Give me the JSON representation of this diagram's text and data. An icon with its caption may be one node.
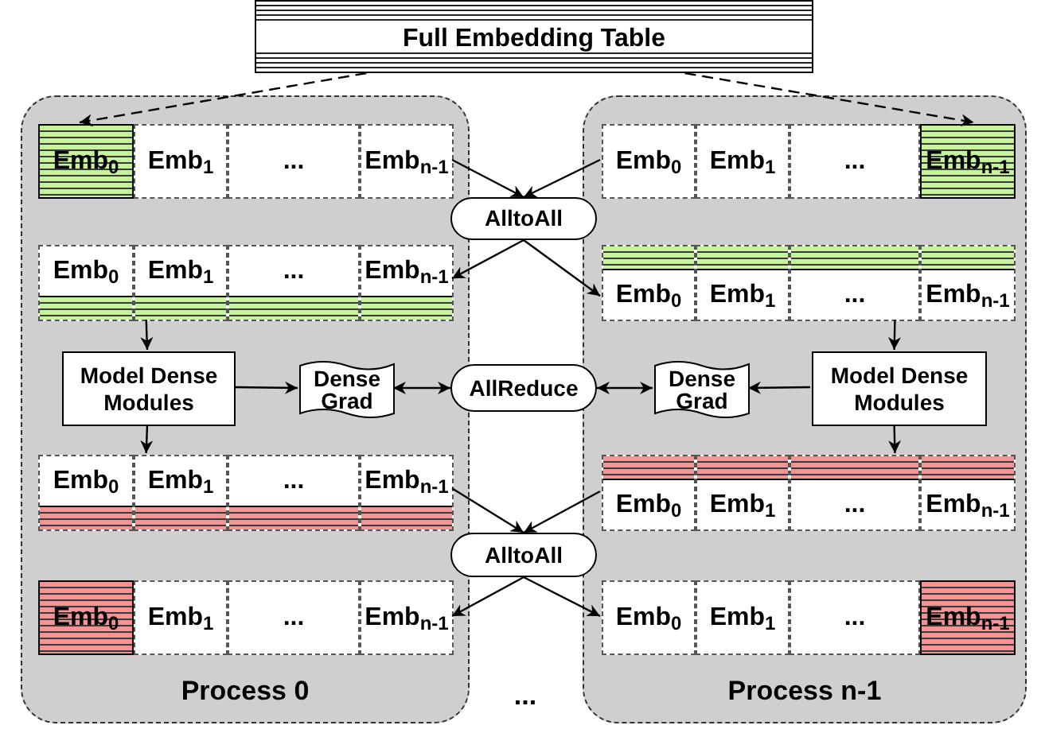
{
  "diagram": {
    "nodes": [
      {
        "text": [
          "Full Embedding Table"
        ]
      },
      {
        "text": [
          "Process 0"
        ]
      },
      {
        "text": [
          "Emb$_{0}$"
        ],
        "in": 1
      },
      {
        "text": [
          "Emb$_{1}$"
        ],
        "in": 1
      },
      {
        "text": [
          "..."
        ],
        "in": 1
      },
      {
        "text": [
          "Emb$_{n-1}$"
        ],
        "in": 1
      },
      {
        "text": [
          "Emb$_{0}$"
        ],
        "in": 1
      },
      {
        "text": [
          "Emb$_{1}$"
        ],
        "in": 1
      },
      {
        "text": [
          "..."
        ],
        "in": 1
      },
      {
        "text": [
          "Emb$_{n-1}$"
        ],
        "in": 1
      },
      {
        "text": [
          "Model Dense Modules"
        ],
        "in": 1
      },
      {
        "text": [
          "Dense Grad"
        ],
        "in": 1
      },
      {
        "text": [
          "Emb$_{0}$"
        ],
        "in": 1
      },
      {
        "text": [
          "Emb$_{1}$"
        ],
        "in": 1
      },
      {
        "text": [
          "..."
        ],
        "in": 1
      },
      {
        "text": [
          "Emb$_{n-1}$"
        ],
        "in": 1
      },
      {
        "text": [
          "Emb$_{0}$"
        ],
        "in": 1
      },
      {
        "text": [
          "Emb$_{1}$"
        ],
        "in": 1
      },
      {
        "text": [
          "..."
        ],
        "in": 1
      },
      {
        "text": [
          "Emb$_{n-1}$"
        ],
        "in": 1
      },
      {
        "text": [
          "Process n-1"
        ]
      },
      {
        "text": [
          "Emb$_{0}$"
        ],
        "in": 20
      },
      {
        "text": [
          "Emb$_{1}$"
        ],
        "in": 20
      },
      {
        "text": [
          "..."
        ],
        "in": 20
      },
      {
        "text": [
          "Emb$_{n-1}$"
        ],
        "in": 20
      },
      {
        "text": [
          "Emb$_{0}$"
        ],
        "in": 20
      },
      {
        "text": [
          "Emb$_{1}$"
        ],
        "in": 20
      },
      {
        "text": [
          "..."
        ],
        "in": 20
      },
      {
        "text": [
          "Emb$_{n-1}$"
        ],
        "in": 20
      },
      {
        "text": [
          "Dense Grad"
        ],
        "in": 20
      },
      {
        "text": [
          "Model Dense Modules"
        ],
        "in": 20
      },
      {
        "text": [
          "Emb$_{0}$"
        ],
        "in": 20
      },
      {
        "text": [
          "Emb$_{1}$"
        ],
        "in": 20
      },
      {
        "text": [
          "..."
        ],
        "in": 20
      },
      {
        "text": [
          "Emb$_{n-1}$"
        ],
        "in": 20
      },
      {
        "text": [
          "Emb$_{0}$"
        ],
        "in": 20
      },
      {
        "text": [
          "Emb$_{1}$"
        ],
        "in": 20
      },
      {
        "text": [
          "..."
        ],
        "in": 20
      },
      {
        "text": [
          "Emb$_{n-1}$"
        ],
        "in": 20
      },
      {
        "text": [
          "AlltoAll"
        ]
      },
      {
        "text": [
          "AllReduce"
        ]
      },
      {
        "text": [
          "AlltoAll"
        ]
      }
    ],
    "edges": [
      {
        "from": 0,
        "to": 2,
        "arrow": "to",
        "style": "dashed"
      },
      {
        "from": 0,
        "to": 24,
        "arrow": "to",
        "style": "dashed"
      },
      {
        "from": 5,
        "to": 39,
        "arrow": "to"
      },
      {
        "from": 21,
        "to": 39,
        "arrow": "to"
      },
      {
        "from": 39,
        "to": 9,
        "arrow": "to"
      },
      {
        "from": 39,
        "to": 25,
        "arrow": "to"
      },
      {
        "from": 7,
        "to": 10,
        "arrow": "to"
      },
      {
        "from": 10,
        "to": 11,
        "arrow": "to"
      },
      {
        "from": 11,
        "to": 40,
        "arrow": "both"
      },
      {
        "from": 40,
        "to": 29,
        "arrow": "both"
      },
      {
        "from": 30,
        "to": 29,
        "arrow": "to"
      },
      {
        "from": 27,
        "to": 30,
        "arrow": "to"
      },
      {
        "from": 10,
        "to": 13,
        "arrow": "to"
      },
      {
        "from": 30,
        "to": 33,
        "arrow": "to"
      },
      {
        "from": 15,
        "to": 41,
        "arrow": "to"
      },
      {
        "from": 31,
        "to": 41,
        "arrow": "to"
      },
      {
        "from": 41,
        "to": 19,
        "arrow": "to"
      },
      {
        "from": 41,
        "to": 35,
        "arrow": "to"
      }
    ],
    "labels": [
      "..."
    ]
  }
}
